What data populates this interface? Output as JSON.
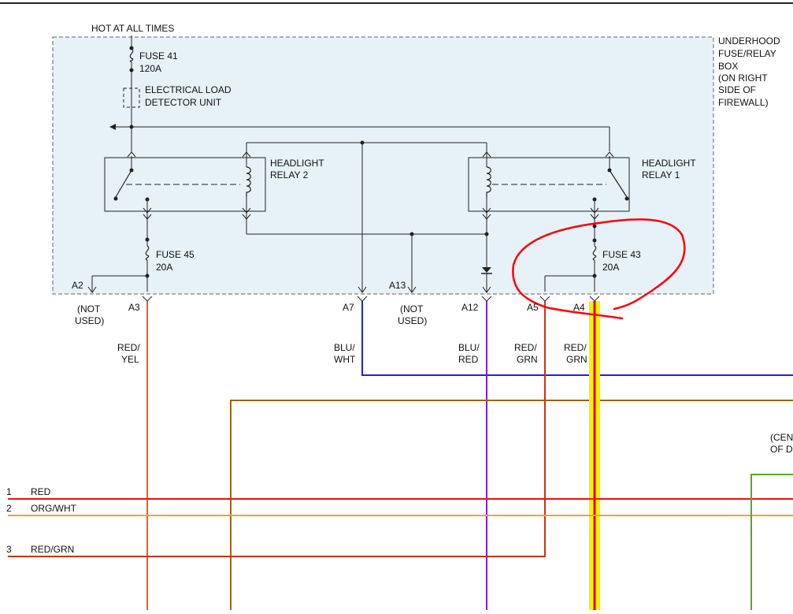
{
  "labels": {
    "hot_at_all_times": "HOT AT ALL TIMES",
    "fuse41_name": "FUSE 41",
    "fuse41_rating": "120A",
    "eld_line1": "ELECTRICAL LOAD",
    "eld_line2": "DETECTOR UNIT",
    "box_line1": "UNDERHOOD",
    "box_line2": "FUSE/RELAY",
    "box_line3": "BOX",
    "box_line4": "(ON RIGHT",
    "box_line5": "SIDE OF",
    "box_line6": "FIREWALL)",
    "relay2_line1": "HEADLIGHT",
    "relay2_line2": "RELAY 2",
    "relay1_line1": "HEADLIGHT",
    "relay1_line2": "RELAY 1",
    "fuse45_name": "FUSE 45",
    "fuse45_rating": "20A",
    "fuse43_name": "FUSE 43",
    "fuse43_rating": "20A",
    "pin_a2": "A2",
    "pin_a3": "A3",
    "pin_a7": "A7",
    "pin_a13": "A13",
    "pin_a12": "A12",
    "pin_a5": "A5",
    "pin_a4": "A4",
    "not_used_line1": "(NOT",
    "not_used_line2": "USED)",
    "wire_a3_line1": "RED/",
    "wire_a3_line2": "YEL",
    "wire_a7_line1": "BLU/",
    "wire_a7_line2": "WHT",
    "wire_a12_line1": "BLU/",
    "wire_a12_line2": "RED",
    "wire_a5_line1": "RED/",
    "wire_a5_line2": "GRN",
    "wire_a4_line1": "RED/",
    "wire_a4_line2": "GRN",
    "cen_line1": "(CEN",
    "cen_line2": "OF D",
    "row1_num": "1",
    "row1_color": "RED",
    "row2_num": "2",
    "row2_color": "ORG/WHT",
    "row3_num": "3",
    "row3_color": "RED/GRN"
  },
  "colors": {
    "box_fill": "#e6f1f8",
    "wire_red": "#ee1111",
    "wire_orange": "#ff9933",
    "wire_orange_red": "#ff5522",
    "wire_blue": "#2222dd",
    "wire_purple": "#7722cc",
    "wire_brown": "#996611",
    "wire_dark_red": "#cc3311",
    "wire_green": "#55aa22",
    "highlight": "#ffee00",
    "markup": "#ff0000"
  }
}
